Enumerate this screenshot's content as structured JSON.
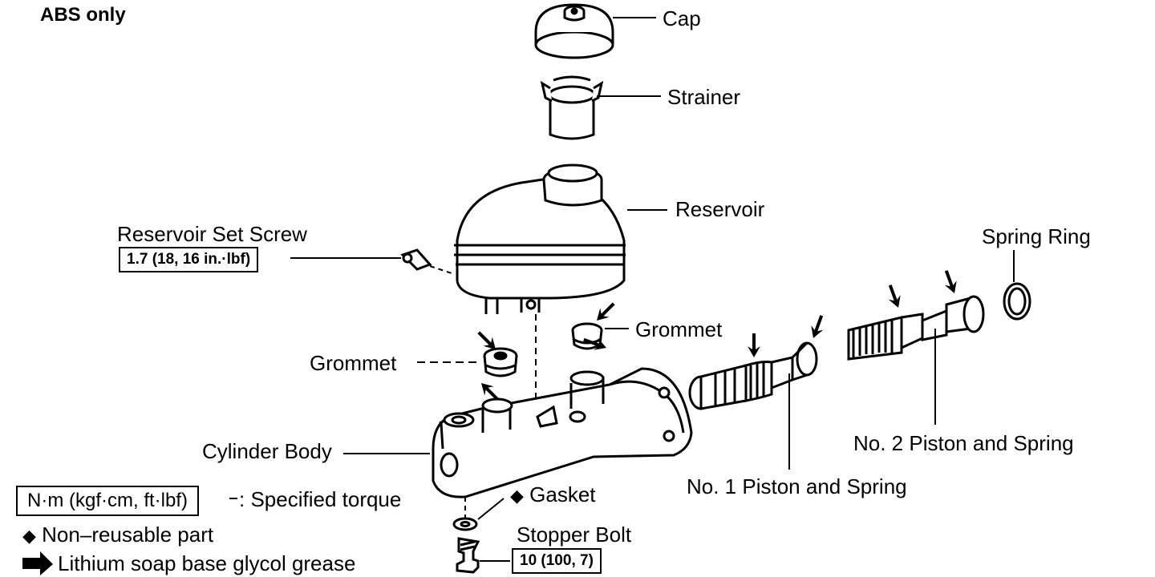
{
  "header": {
    "title": "ABS only"
  },
  "parts": {
    "cap": "Cap",
    "strainer": "Strainer",
    "reservoir": "Reservoir",
    "reservoir_set_screw": "Reservoir Set Screw",
    "reservoir_set_screw_torque": "1.7 (18, 16 in.·lbf)",
    "spring_ring": "Spring Ring",
    "grommet_right": "Grommet",
    "grommet_left": "Grommet",
    "cylinder_body": "Cylinder Body",
    "no2_piston": "No. 2 Piston and Spring",
    "no1_piston": "No. 1 Piston and Spring",
    "gasket": "Gasket",
    "stopper_bolt": "Stopper Bolt",
    "stopper_bolt_torque": "10 (100, 7)"
  },
  "legend": {
    "torque_unit": "N·m (kgf·cm, ft·lbf)",
    "torque_desc": ": Specified torque",
    "non_reusable_desc": "Non–reusable part",
    "grease_desc": "Lithium soap base glycol grease",
    "diamond_symbol": "◆"
  }
}
